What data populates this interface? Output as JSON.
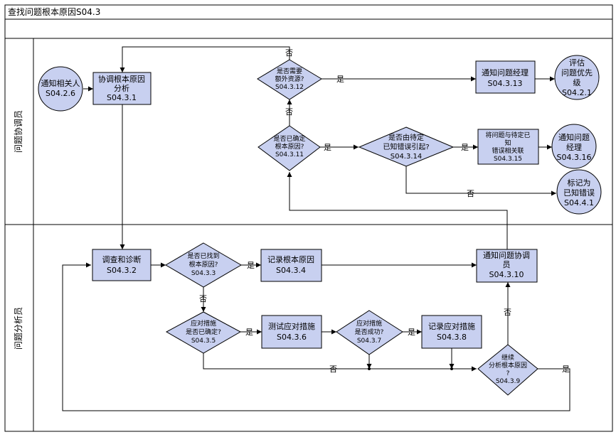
{
  "title": "查找问题根本原因S04.3",
  "lanes": {
    "coordinator": "问题协调员",
    "analyst": "问题分析员"
  },
  "colors": {
    "shape_fill": "#c8d0f0",
    "shape_stroke": "#000000",
    "line": "#000000"
  },
  "nodes": {
    "notify_related": [
      "通知相关人",
      "S04.2.6"
    ],
    "coordinate_analysis": [
      "协调根本原因",
      "分析",
      "S04.3.1"
    ],
    "need_extra": [
      "是否需要",
      "额外资源?",
      "S04.3.12"
    ],
    "notify_mgr": [
      "通知问题经理",
      "S04.3.13"
    ],
    "eval_priority": [
      "评估",
      "问题优先",
      "级",
      "S04.2.1"
    ],
    "root_confirmed": [
      "是否已确定",
      "根本原因?",
      "S04.3.11"
    ],
    "known_error": [
      "是否由待定",
      "已知错误引起?",
      "S04.3.14"
    ],
    "link_known": [
      "将问题与待定已",
      "知",
      "错误相关联",
      "S04.3.15"
    ],
    "notify_pm": [
      "通知问题",
      "经理",
      "S04.3.16"
    ],
    "mark_known": [
      "标记为",
      "已知错误",
      "S04.4.1"
    ],
    "investigate": [
      "调查和诊断",
      "S04.3.2"
    ],
    "root_found": [
      "是否已找到",
      "根本原因?",
      "S04.3.3"
    ],
    "record_root": [
      "记录根本原因",
      "S04.3.4"
    ],
    "notify_coord": [
      "通知问题协调",
      "员",
      "S04.3.10"
    ],
    "measure_confirmed": [
      "应对措施",
      "是否已确定?",
      "S04.3.5"
    ],
    "test_measure": [
      "测试应对措施",
      "S04.3.6"
    ],
    "measure_success": [
      "应对措施",
      "是否成功?",
      "S04.3.7"
    ],
    "record_measure": [
      "记录应对措施",
      "S04.3.8"
    ],
    "continue_analysis": [
      "继续",
      "分析根本原因",
      "?",
      "S04.3.9"
    ]
  },
  "edge_labels": {
    "yes": "是",
    "no": "否"
  }
}
